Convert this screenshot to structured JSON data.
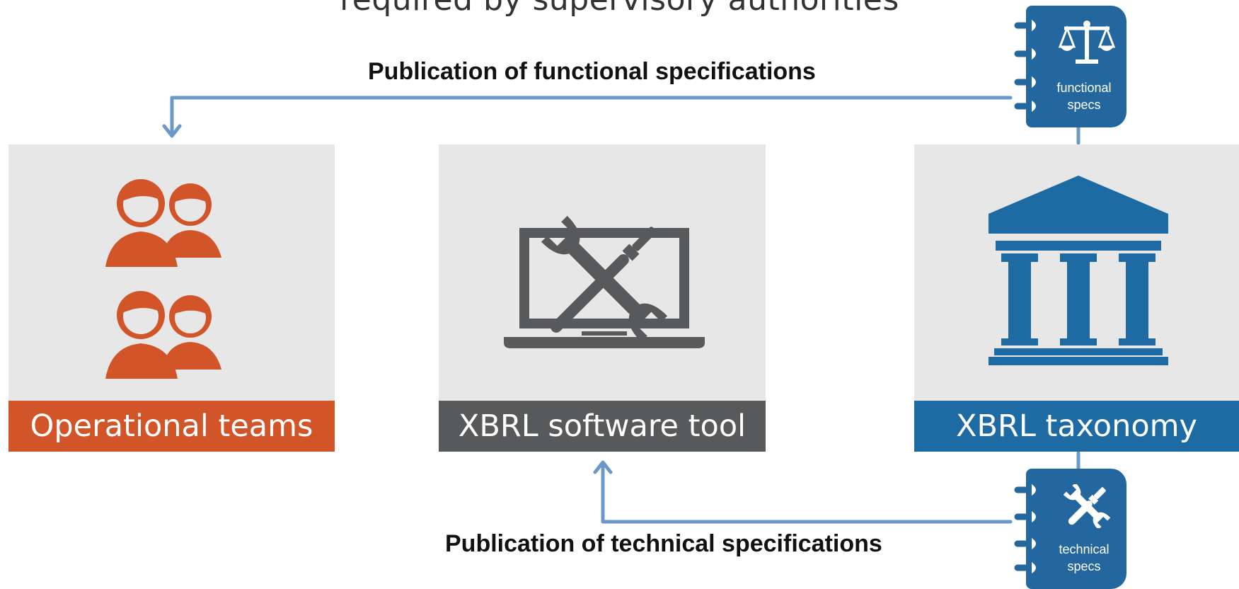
{
  "header": {
    "title": "required by supervisory authorities"
  },
  "flows": {
    "functional_label": "Publication of functional specifications",
    "technical_label": "Publication of technical specifications"
  },
  "cards": {
    "operational": {
      "label": "Operational teams",
      "icon": "users-icon",
      "color": "#d2552a"
    },
    "software": {
      "label": "XBRL software tool",
      "icon": "laptop-tools-icon",
      "color": "#58595b"
    },
    "taxonomy": {
      "label": "XBRL taxonomy",
      "icon": "institution-icon",
      "color": "#1e6aa3"
    }
  },
  "books": {
    "functional": {
      "line1": "functional",
      "line2": "specs",
      "icon": "scales-icon"
    },
    "technical": {
      "line1": "technical",
      "line2": "specs",
      "icon": "wrench-screwdriver-icon"
    }
  },
  "colors": {
    "arrow": "#6a98c8",
    "card_bg": "#e7e7e7",
    "book": "#23679e"
  }
}
